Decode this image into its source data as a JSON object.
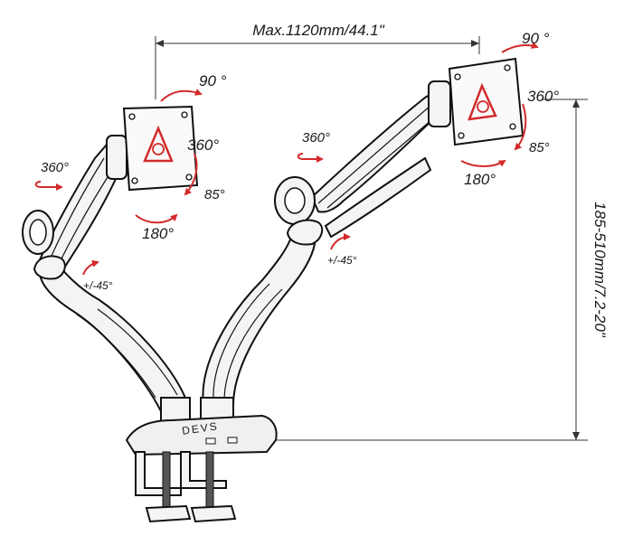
{
  "labels": {
    "max_width": "Max.1120mm/44.1\"",
    "height_range": "185-510mm/7.2-20\"",
    "left_tilt_up": "90 °",
    "left_rotate": "360°",
    "left_swivel": "360°",
    "left_tilt_down": "85°",
    "left_pan": "180°",
    "left_joint": "+/-45°",
    "right_tilt_up": "90 °",
    "right_rotate": "360°",
    "right_swivel": "360°",
    "right_tilt_down": "85°",
    "right_pan": "180°",
    "right_joint": "+/-45°",
    "brand": "DEVS"
  },
  "colors": {
    "arrow": "#d32a2a",
    "outline": "#111111",
    "dimension_line": "#333333"
  }
}
